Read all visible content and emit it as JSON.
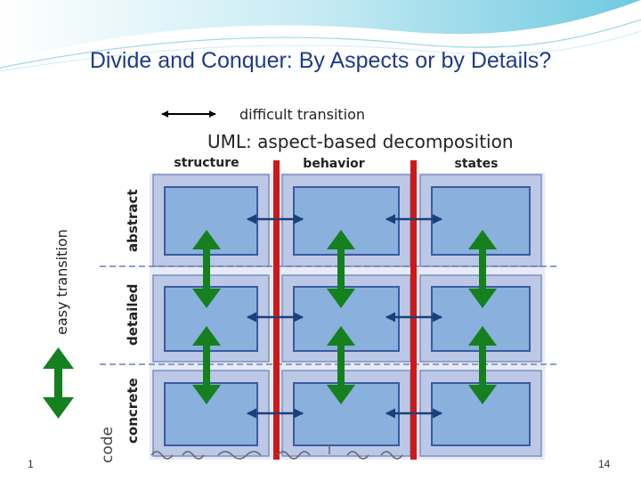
{
  "slide": {
    "title": "Divide and Conquer: By Aspects or by Details?",
    "footer_left": "1",
    "page_number": "14"
  },
  "diagram": {
    "legend_label": "difficult transition",
    "heading": "UML: aspect-based decomposition",
    "columns": [
      "structure",
      "behavior",
      "states"
    ],
    "rows": [
      "abstract",
      "detailed",
      "concrete"
    ],
    "axis_label": "easy transition",
    "bottom_label_text": "code",
    "colors": {
      "cell_fill": "#8ab0dd",
      "frame": "#c4cee8",
      "red_divider": "#d01818",
      "green_arrow": "#14801e",
      "blue_arrow": "#1c3f7a"
    }
  }
}
